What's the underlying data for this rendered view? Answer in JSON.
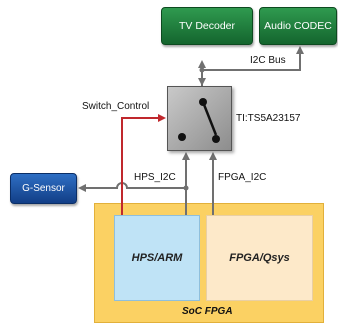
{
  "nodes": {
    "tv_decoder": "TV Decoder",
    "audio_codec": "Audio CODEC",
    "switch_chip": "TI:TS5A23157",
    "g_sensor": "G-Sensor",
    "hps_arm": "HPS/ARM",
    "fpga_qsys": "FPGA/Qsys",
    "soc_fpga": "SoC FPGA"
  },
  "edges": {
    "i2c_bus": "I2C Bus",
    "switch_control": "Switch_Control",
    "hps_i2c": "HPS_I2C",
    "fpga_i2c": "FPGA_I2C"
  },
  "colors": {
    "green": "#1e7c3b",
    "blue": "#1d529f",
    "soc_yellow": "#fbd163",
    "hps_blue": "#bfe3f6",
    "fpga_cream": "#fde9c9",
    "control_red": "#c0282d",
    "line_gray": "#707070"
  }
}
